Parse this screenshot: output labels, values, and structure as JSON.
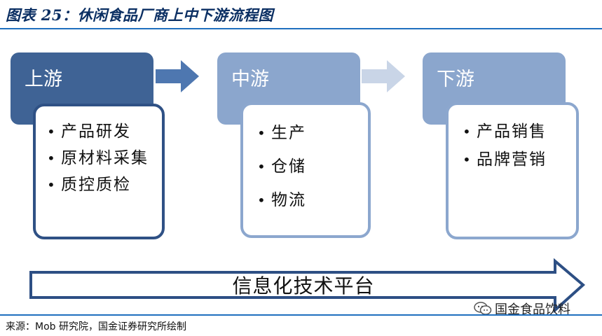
{
  "figure": {
    "title": "图表 25：休闲食品厂商上中下游流程图",
    "source": "来源：Mob 研究院，国金证券研究所绘制"
  },
  "stages": [
    {
      "title": "上游",
      "items": [
        "产品研发",
        "原材料采集",
        "质控质检"
      ],
      "head_color": "#3f6395",
      "border_color": "#2f5185"
    },
    {
      "title": "中游",
      "items": [
        "生产",
        "仓储",
        "物流"
      ],
      "head_color": "#8ba6cd",
      "border_color": "#8ca7ce"
    },
    {
      "title": "下游",
      "items": [
        "产品销售",
        "品牌营销"
      ],
      "head_color": "#8ba6cd",
      "border_color": "#8ca7ce"
    }
  ],
  "arrows": [
    {
      "color": "#4e77b0"
    },
    {
      "color": "#c9d5e7"
    }
  ],
  "platform": {
    "label": "信息化技术平台",
    "border_color": "#2d4f84"
  },
  "watermark": {
    "text": "国金食品饮料"
  }
}
